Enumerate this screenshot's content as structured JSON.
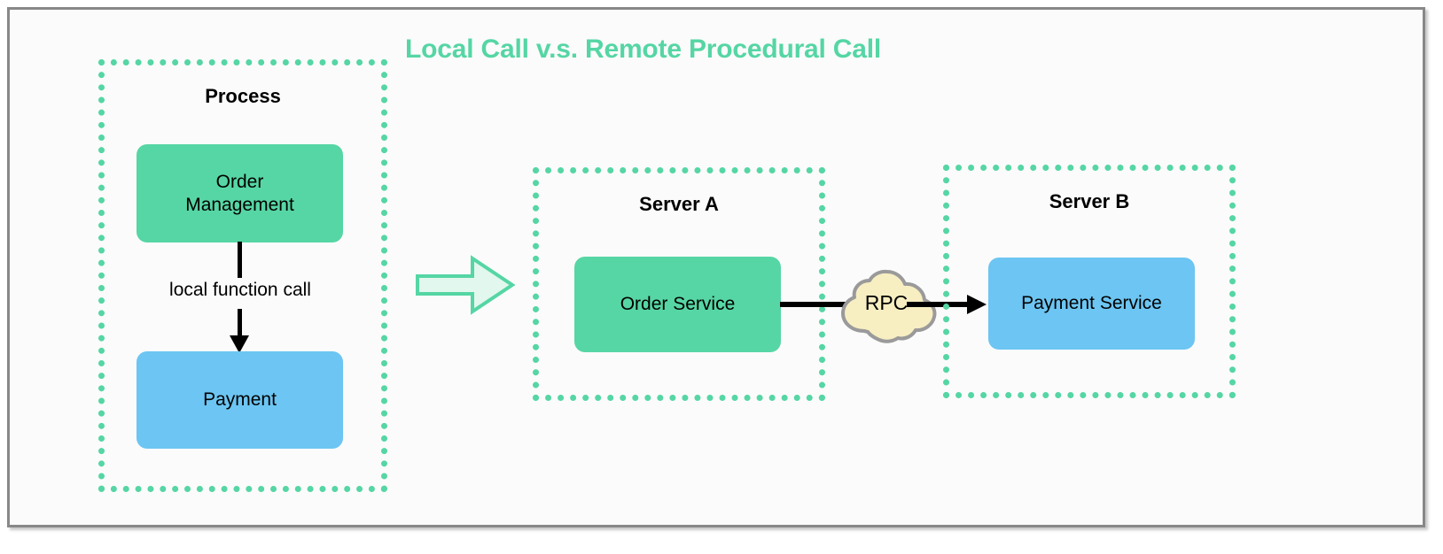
{
  "title": "Local Call v.s. Remote Procedural Call",
  "colors": {
    "accent_green": "#55d6a4",
    "node_green": "#56d6a4",
    "node_blue": "#6cc5f2",
    "cloud_fill": "#f7eec2",
    "cloud_stroke": "#9a9a9a",
    "frame_border": "#888888",
    "canvas_bg": "#fbfbfb",
    "connector": "#000000"
  },
  "left_panel": {
    "group_label": "Process",
    "nodes": [
      {
        "label_line1": "Order",
        "label_line2": "Management",
        "kind": "green"
      },
      {
        "label_line1": "Payment",
        "label_line2": "",
        "kind": "blue"
      }
    ],
    "connector_label": "local function call"
  },
  "transition": {
    "icon": "right-block-arrow-icon"
  },
  "right_panel": {
    "server_a": {
      "group_label": "Server A",
      "node_label": "Order Service"
    },
    "server_b": {
      "group_label": "Server B",
      "node_label": "Payment Service"
    },
    "connector_label": "RPC",
    "cloud_icon": "cloud-icon"
  }
}
